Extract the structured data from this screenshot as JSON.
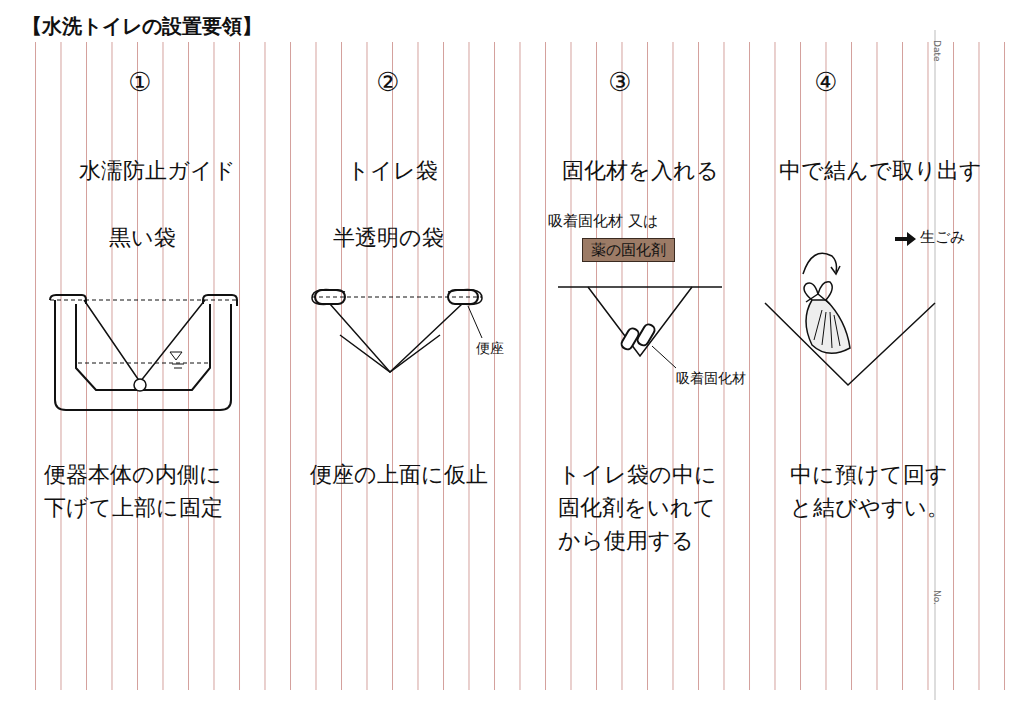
{
  "diagram": {
    "title": "【水洗トイレの設置要領】",
    "nodes": [
      {
        "text": [
          "薬の固化剤"
        ]
      }
    ],
    "labels": [
      "①",
      "②",
      "③",
      "④",
      "水濡防止ガイド",
      "トイレ袋",
      "固化材を入れる",
      "中で結んで取り出す",
      "黒い袋",
      "半透明の袋",
      "吸着固化材 又は",
      "生ごみ",
      "便座",
      "吸着固化材",
      "便器本体の内側に 下げて上部に固定",
      "便座の上面に仮止",
      "トイレ袋の中に 固化剤をいれて から使用する",
      "中に預けて回す と結びやすい。",
      "Date",
      "No."
    ]
  }
}
